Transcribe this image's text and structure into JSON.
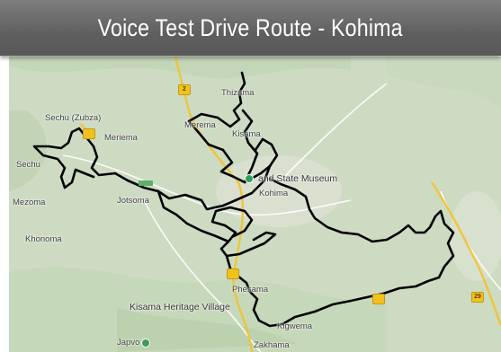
{
  "title": "Voice Test Drive Route - Kohima",
  "colors": {
    "title_bar": "#666666",
    "map_background": "#cfdcc6",
    "route": "#000000",
    "highway_shield": "#f2c21b"
  },
  "places": {
    "thizama": "Thizama",
    "sechu_zubza": "Sechu (Zubza)",
    "meriema": "Meriema",
    "merema": "Merema",
    "sechu": "Sechu",
    "kisama": "Kisama",
    "state_museum": "and State Museum",
    "kohima": "Kohima",
    "mezoma": "Mezoma",
    "jotsoma": "Jotsoma",
    "khonoma": "Khonoma",
    "phesama": "Phesama",
    "heritage_village": "Kisama Heritage Village",
    "kigwema": "Kigwema",
    "japvo": "Japvo",
    "zakhama": "Zakhama"
  },
  "shields": {
    "nh2": "2",
    "nh29": "29"
  },
  "icons": {
    "museum": "museum-pin-icon",
    "japvo": "peak-pin-icon"
  }
}
